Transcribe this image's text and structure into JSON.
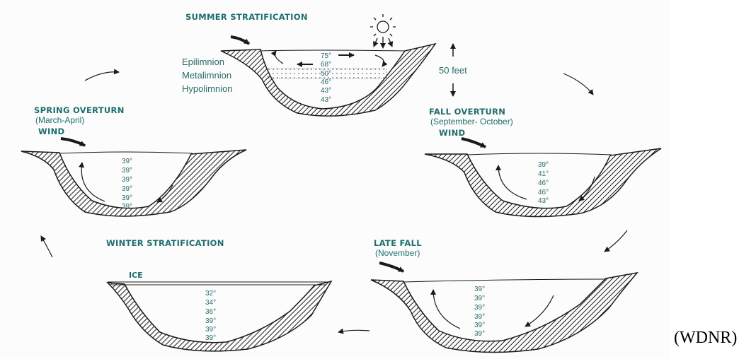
{
  "credit": "(WDNR)",
  "summer": {
    "title": "SUMMER STRATIFICATION",
    "layers": [
      "Epilimnion",
      "Metalimnion",
      "Hypolimnion"
    ],
    "depth_label": "50 feet",
    "temps": [
      "75°",
      "68°",
      "50°",
      "46°",
      "43°",
      "43°"
    ]
  },
  "spring": {
    "title": "SPRING OVERTURN",
    "months": "(March-April)",
    "wind": "WIND",
    "temps": [
      "39°",
      "39°",
      "39°",
      "39°",
      "39°",
      "39°"
    ]
  },
  "fall": {
    "title": "FALL OVERTURN",
    "months": "(September- October)",
    "wind": "WIND",
    "temps": [
      "39°",
      "41°",
      "46°",
      "46°",
      "43°"
    ]
  },
  "winter": {
    "title": "WINTER STRATIFICATION",
    "ice": "ICE",
    "temps": [
      "32°",
      "34°",
      "36°",
      "39°",
      "39°",
      "39°"
    ]
  },
  "late_fall": {
    "title": "LATE FALL",
    "months": "(November)",
    "temps": [
      "39°",
      "39°",
      "39°",
      "39°",
      "39°",
      "39°"
    ]
  },
  "colors": {
    "text": "#1f6e6e",
    "ink": "#1a1a1a"
  }
}
